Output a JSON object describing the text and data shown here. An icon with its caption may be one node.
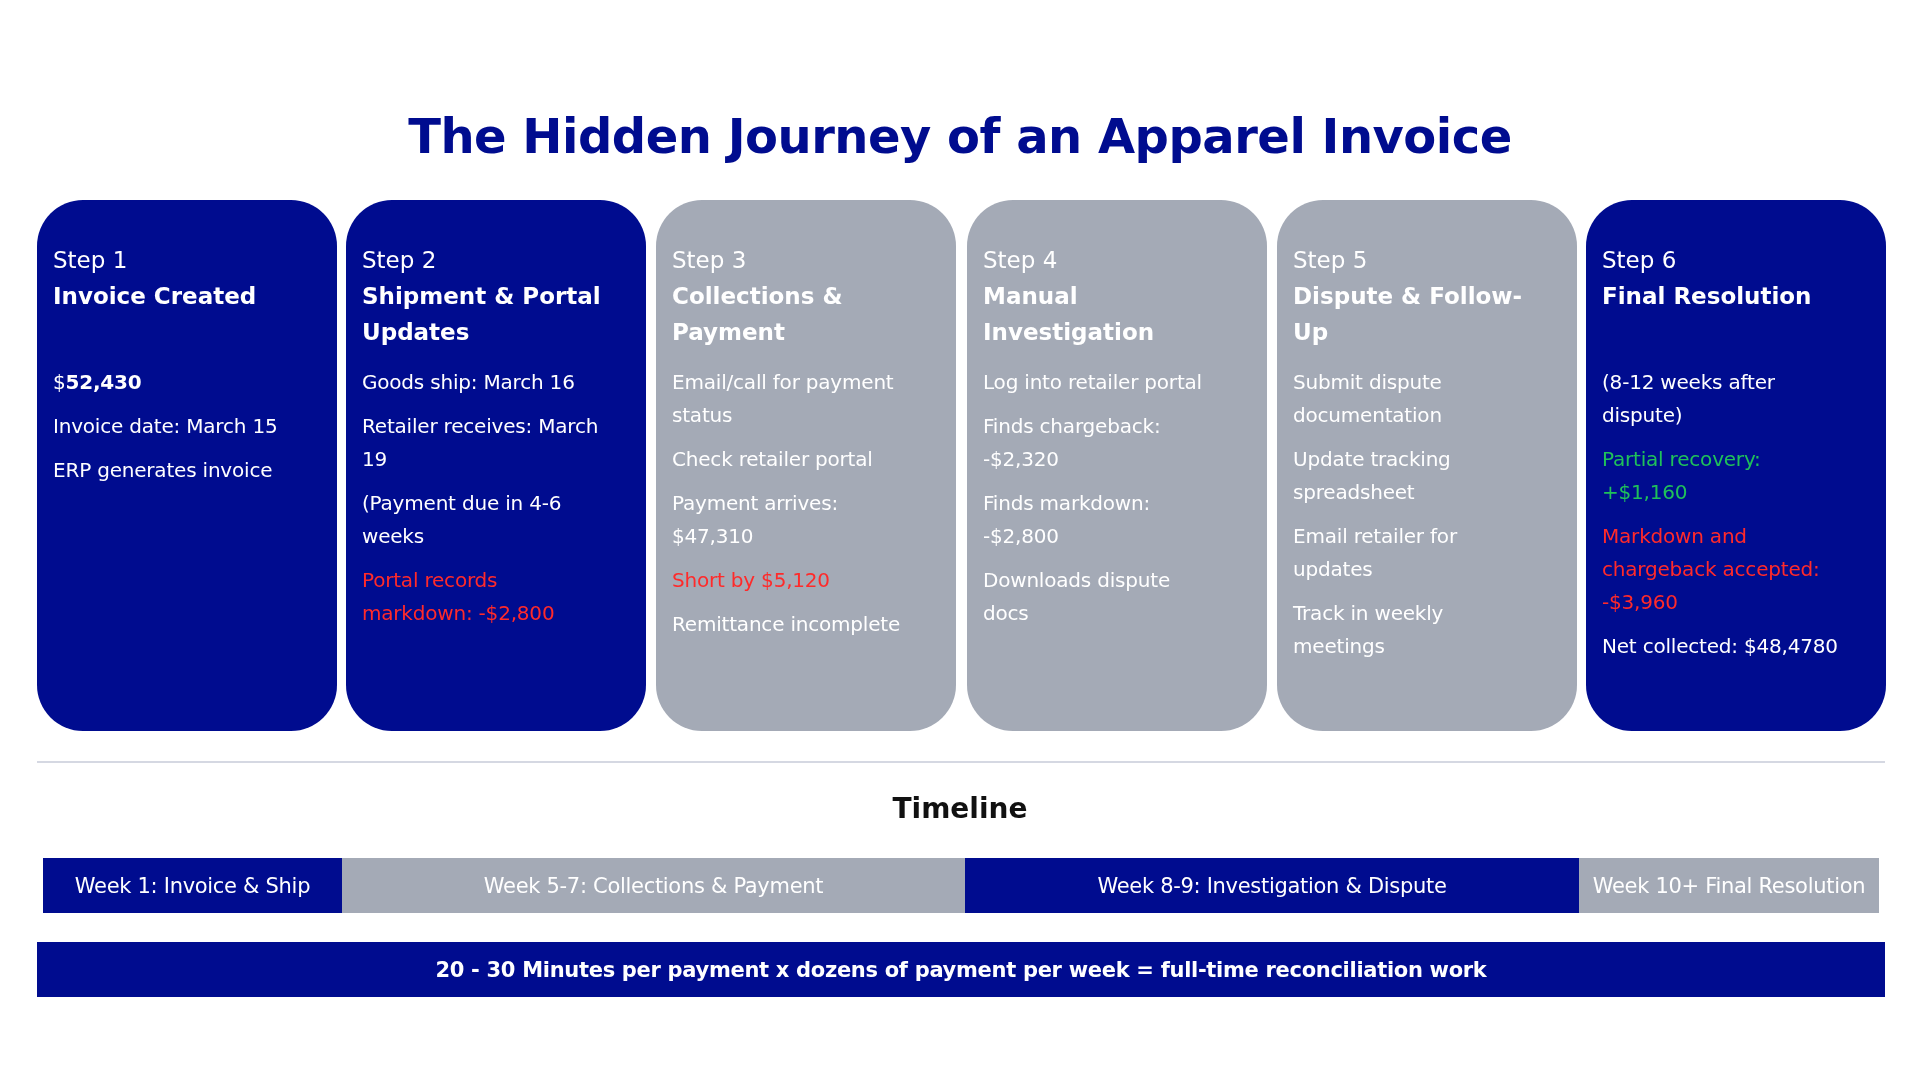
{
  "diagram": {
    "title": "The Hidden Journey of an Apparel Invoice",
    "nodes": [
      {
        "text": [
          "Step 1",
          "Invoice Created",
          "$**52,430**",
          "Invoice date: March 15",
          "ERP generates invoice"
        ]
      },
      {
        "text": [
          "Step 2",
          "Shipment & Portal Updates",
          "Goods ship: March 16",
          "Retailer receives: March 19",
          "(Payment due in 4-6 weeks",
          "Portal records markdown: -$2,800"
        ]
      },
      {
        "text": [
          "Step 3",
          "Collections & Payment",
          "Email/call for payment status",
          "Check retailer portal",
          "Payment arrives: $47,310",
          "Short by $5,120",
          "Remittance incomplete"
        ]
      },
      {
        "text": [
          "Step 4",
          "Manual Investigation",
          "Log into retailer portal",
          "Finds chargeback: -$2,320",
          "Finds markdown: -$2,800",
          "Downloads dispute docs"
        ]
      },
      {
        "text": [
          "Step 5",
          "Dispute & Follow-Up",
          "Submit dispute documentation",
          "Update tracking spreadsheet",
          "Email retailer for updates",
          "Track in weekly meetings"
        ]
      },
      {
        "text": [
          "Step 6",
          "Final Resolution",
          "(8-12 weeks after dispute)",
          "Partial recovery: +$1,160",
          "Markdown and chargeback accepted: -$3,960",
          "Net collected: $48,4780"
        ]
      },
      {
        "text": [
          "Week 1: Invoice & Ship"
        ]
      },
      {
        "text": [
          "Week 5-7: Collections & Payment"
        ]
      },
      {
        "text": [
          "Week 8-9: Investigation & Dispute"
        ]
      },
      {
        "text": [
          "Week 10+ Final Resolution"
        ]
      },
      {
        "text": [
          "20 - 30 Minutes per payment x dozens of payment per week = full-time reconciliation work"
        ]
      }
    ],
    "edges": [],
    "labels": [
      "Timeline"
    ]
  }
}
